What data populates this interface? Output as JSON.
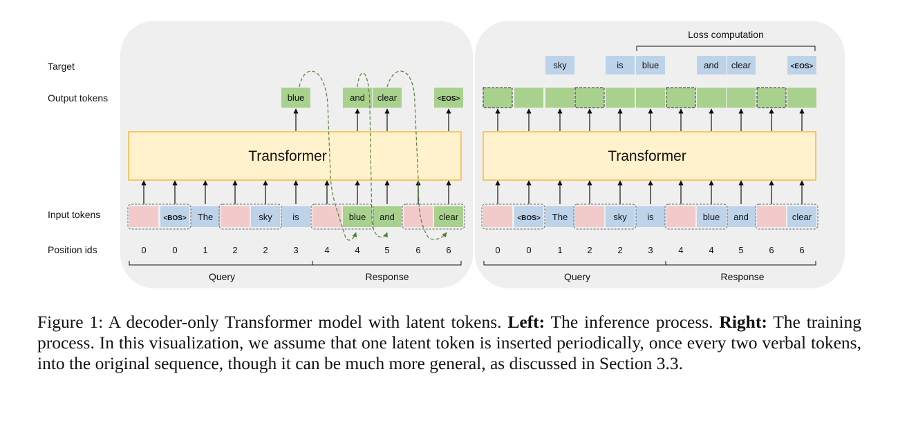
{
  "row_labels": {
    "target": "Target",
    "output": "Output tokens",
    "input": "Input tokens",
    "position": "Position ids"
  },
  "transformer_label": "Transformer",
  "bos_label": "<BOS>",
  "eos_label": "<EOS>",
  "left": {
    "input_tokens": [
      "",
      "<BOS>",
      "The",
      "",
      "sky",
      "is",
      "",
      "blue",
      "and",
      "",
      "clear"
    ],
    "position_ids": [
      "0",
      "0",
      "1",
      "2",
      "2",
      "3",
      "4",
      "4",
      "5",
      "6",
      "6"
    ],
    "output_tokens": [
      "blue",
      "and",
      "clear",
      "<EOS>"
    ],
    "query_label": "Query",
    "response_label": "Response"
  },
  "right": {
    "input_tokens": [
      "",
      "<BOS>",
      "The",
      "",
      "sky",
      "is",
      "",
      "blue",
      "and",
      "",
      "clear"
    ],
    "position_ids": [
      "0",
      "0",
      "1",
      "2",
      "2",
      "3",
      "4",
      "4",
      "5",
      "6",
      "6"
    ],
    "target_tokens": [
      "sky",
      "is",
      "blue",
      "and",
      "clear",
      "<EOS>"
    ],
    "loss_label": "Loss computation",
    "query_label": "Query",
    "response_label": "Response"
  },
  "colors": {
    "latent": "#f2caca",
    "verbal": "#bcd3ea",
    "output": "#a9d18e",
    "transformer_fill": "#fff2cc",
    "transformer_border": "#f5b942",
    "panel": "#efefef",
    "latent_position": "#c00000",
    "arrow_dashed": "#548235"
  },
  "caption": {
    "fig_label": "Figure 1: A decoder-only Transformer model with latent tokens. ",
    "left_label": "Left:",
    "left_text": " The inference process. ",
    "right_label": "Right:",
    "right_text": " The training process. In this visualization, we assume that one latent token is inserted periodically, once every two verbal tokens, into the original sequence, though it can be much more general, as discussed in Section 3.3."
  }
}
